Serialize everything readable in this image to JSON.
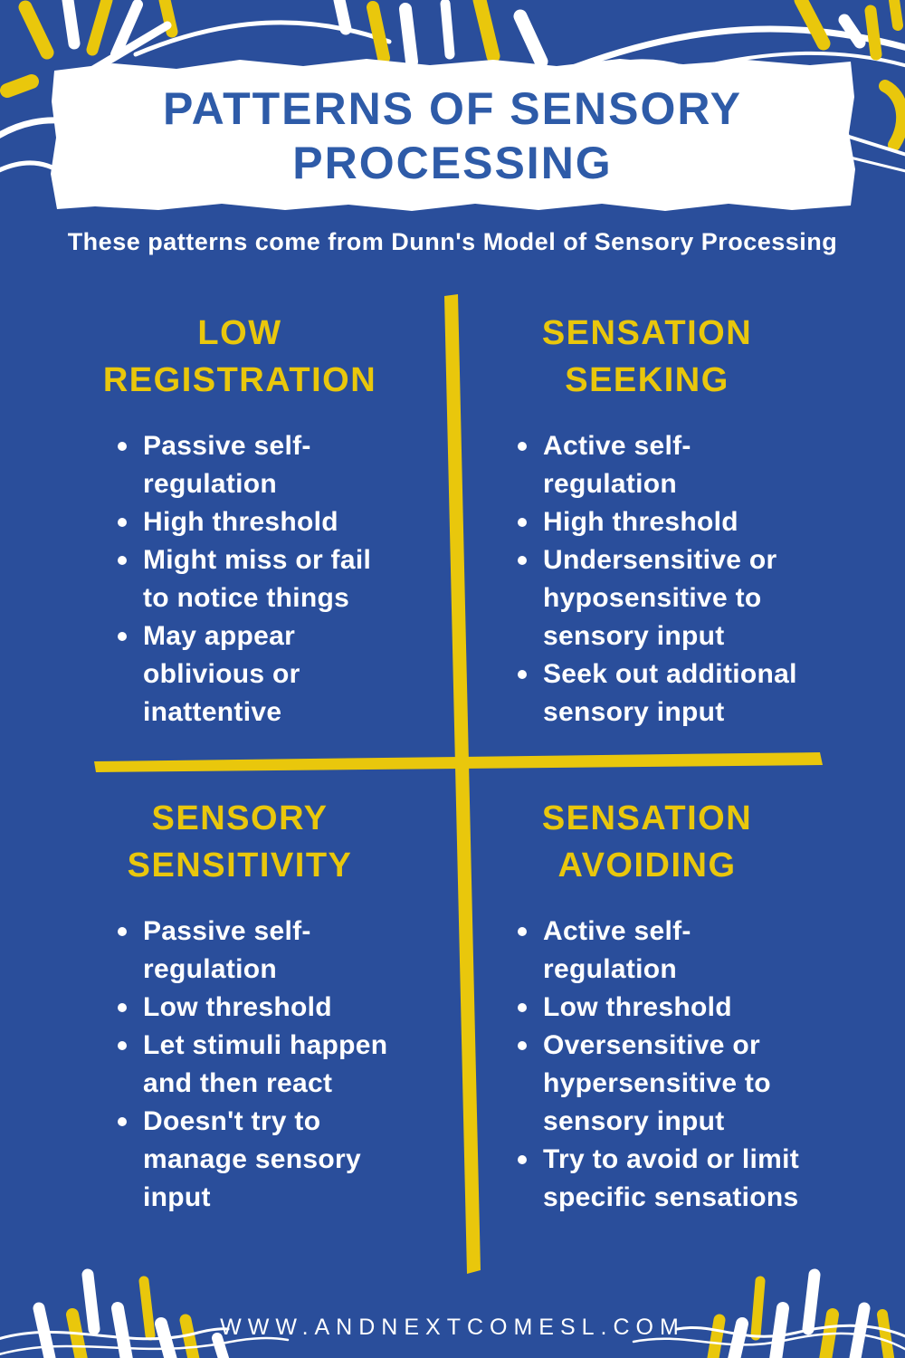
{
  "poster": {
    "title": "PATTERNS OF SENSORY PROCESSING",
    "subtitle": "These patterns come from Dunn's Model of Sensory Processing",
    "footer_url": "WWW.ANDNEXTCOMESL.COM",
    "colors": {
      "background_blue": "#2a4e9b",
      "accent_yellow": "#e9c70c",
      "title_blue": "#2e5ba8",
      "text_white": "#ffffff"
    },
    "quadrants": [
      {
        "heading": "LOW REGISTRATION",
        "bullets": [
          "Passive self-\nregulation",
          "High threshold",
          "Might miss or fail\nto notice things",
          "May appear\noblivious or\ninattentive"
        ]
      },
      {
        "heading": "SENSATION SEEKING",
        "bullets": [
          "Active self-\nregulation",
          "High threshold",
          "Undersensitive or\nhyposensitive to\nsensory input",
          "Seek out additional\nsensory input"
        ]
      },
      {
        "heading": "SENSORY SENSITIVITY",
        "bullets": [
          "Passive self-\nregulation",
          "Low threshold",
          "Let stimuli happen\nand then react",
          "Doesn't try to\nmanage sensory\ninput"
        ]
      },
      {
        "heading": "SENSATION AVOIDING",
        "bullets": [
          "Active self-\nregulation",
          "Low threshold",
          "Oversensitive or\nhypersensitive to\nsensory input",
          "Try to avoid or limit\nspecific sensations"
        ]
      }
    ]
  }
}
